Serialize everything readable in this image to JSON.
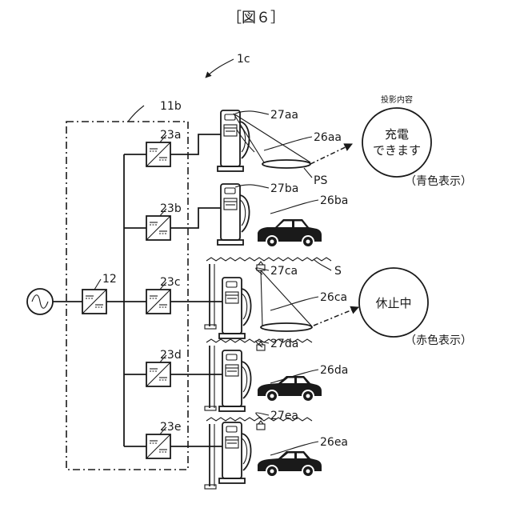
{
  "figure": {
    "title": "［図６］",
    "system_ref": "1c",
    "dcdc_ref": "11b",
    "acdc_ref": "12",
    "surface_ref": "S",
    "ps_ref": "PS"
  },
  "converters": [
    "23a",
    "23b",
    "23c",
    "23d",
    "23e"
  ],
  "chargers": [
    {
      "unit_ref": "27aa",
      "space_ref": "26aa"
    },
    {
      "unit_ref": "27ba",
      "space_ref": "26ba"
    },
    {
      "unit_ref": "27ca",
      "space_ref": "26ca"
    },
    {
      "unit_ref": "27da",
      "space_ref": "26da"
    },
    {
      "unit_ref": "27ea",
      "space_ref": "26ea"
    }
  ],
  "projections": [
    {
      "header": "投影内容",
      "line1": "充電",
      "line2": "できます",
      "caption": "（青色表示）"
    },
    {
      "header": "",
      "line1": "休止中",
      "line2": "",
      "caption": "（赤色表示）"
    }
  ]
}
